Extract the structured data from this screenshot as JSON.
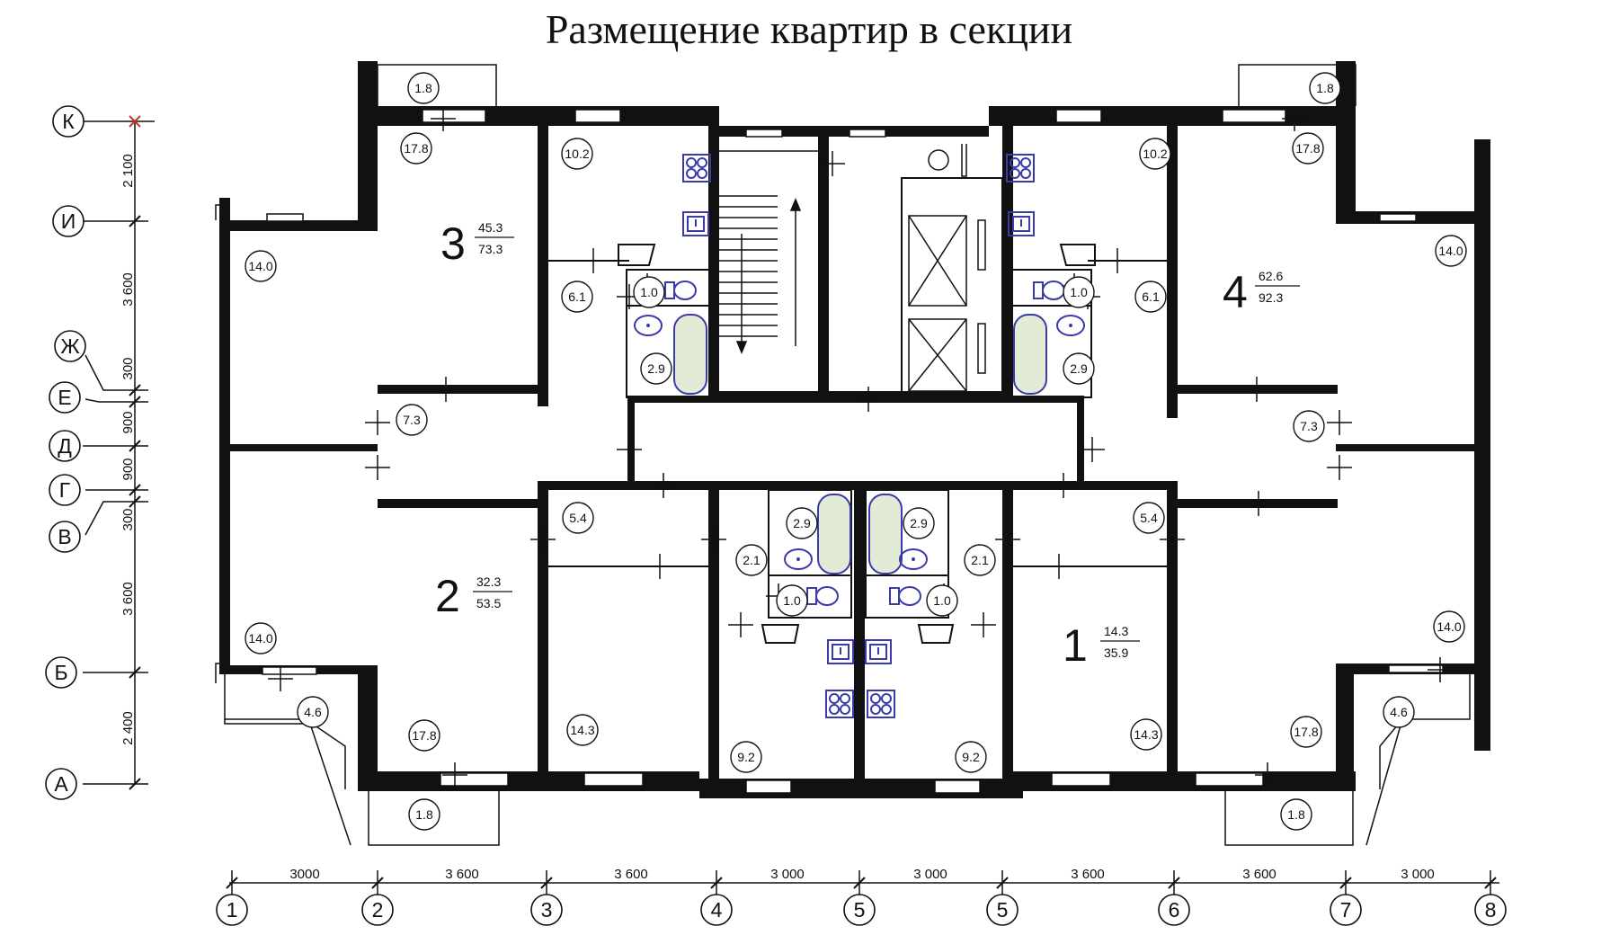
{
  "title": "Размещение квартир в секции",
  "colors": {
    "wall": "#111111",
    "fixture": "#3a3aa8",
    "bath_fill": "#e2ebd5",
    "line": "#222222"
  },
  "row_axes": [
    {
      "id": "row-k",
      "label": "К"
    },
    {
      "id": "row-i",
      "label": "И"
    },
    {
      "id": "row-zh",
      "label": "Ж"
    },
    {
      "id": "row-e",
      "label": "Е"
    },
    {
      "id": "row-d",
      "label": "Д"
    },
    {
      "id": "row-g",
      "label": "Г"
    },
    {
      "id": "row-v",
      "label": "В"
    },
    {
      "id": "row-b",
      "label": "Б"
    },
    {
      "id": "row-a",
      "label": "А"
    }
  ],
  "row_dims": [
    "2 100",
    "3 600",
    "300",
    "900",
    "900",
    "300",
    "3 600",
    "2 400"
  ],
  "col_axes": [
    "1",
    "2",
    "3",
    "4",
    "5",
    "5",
    "6",
    "7",
    "8"
  ],
  "col_dims": [
    "3000",
    "3 600",
    "3 600",
    "3 000",
    "3 000",
    "3 600",
    "3 600",
    "3 000"
  ],
  "apartments": [
    {
      "number": "3",
      "living": "45.3",
      "total": "73.3"
    },
    {
      "number": "4",
      "living": "62.6",
      "total": "92.3"
    },
    {
      "number": "2",
      "living": "32.3",
      "total": "53.5"
    },
    {
      "number": "1",
      "living": "14.3",
      "total": "35.9"
    }
  ],
  "room_areas": [
    "1.8",
    "1.8",
    "17.8",
    "10.2",
    "10.2",
    "17.8",
    "14.0",
    "14.0",
    "6.1",
    "6.1",
    "1.0",
    "1.0",
    "2.9",
    "2.9",
    "7.3",
    "7.3",
    "5.4",
    "5.4",
    "2.9",
    "2.9",
    "2.1",
    "2.1",
    "1.0",
    "1.0",
    "14.0",
    "14.0",
    "4.6",
    "4.6",
    "17.8",
    "14.3",
    "14.3",
    "17.8",
    "9.2",
    "9.2",
    "1.8",
    "1.8"
  ]
}
